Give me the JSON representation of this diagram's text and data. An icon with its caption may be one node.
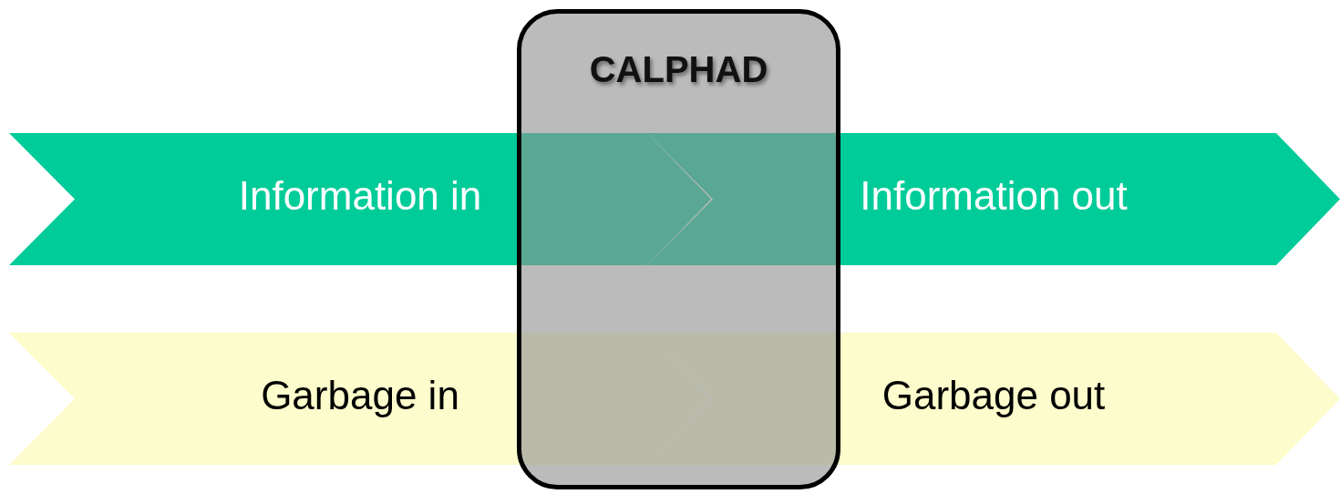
{
  "diagram": {
    "nodes": [
      {
        "text": [
          "CALPHAD"
        ]
      },
      {
        "text": [
          "Information in"
        ]
      },
      {
        "text": [
          "Information out"
        ]
      },
      {
        "text": [
          "Garbage in"
        ]
      },
      {
        "text": [
          "Garbage out"
        ]
      }
    ],
    "edges": []
  }
}
